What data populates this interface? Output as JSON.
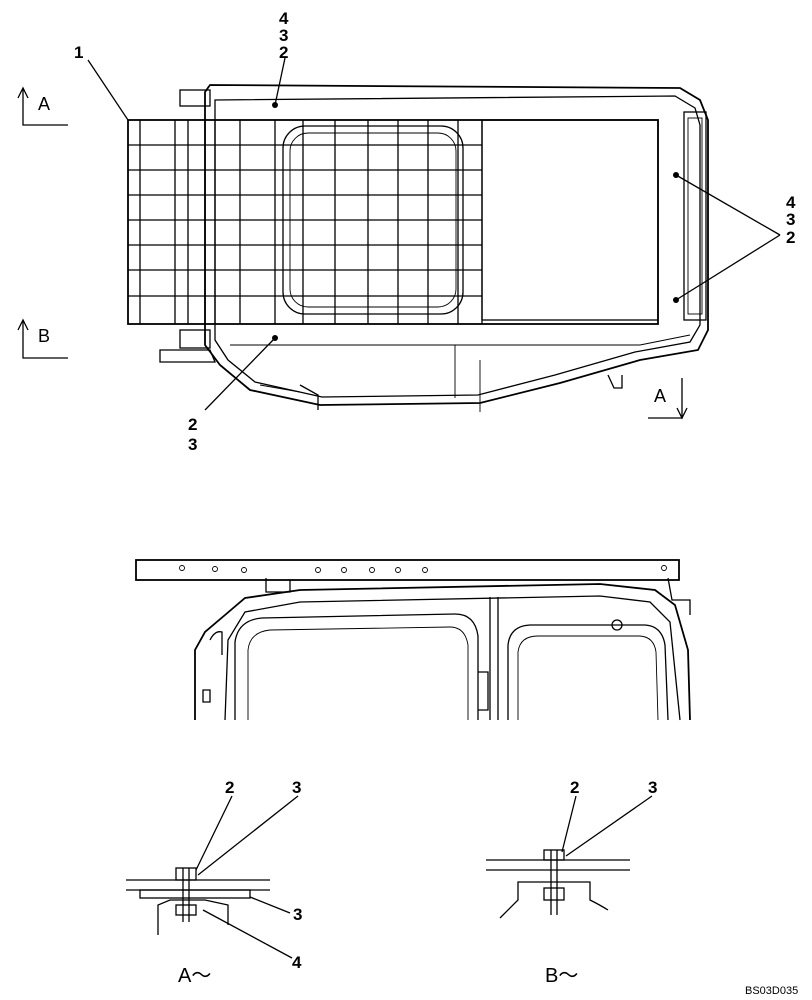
{
  "callouts": {
    "top_stack": [
      "4",
      "3",
      "2"
    ],
    "right_stack": [
      "4",
      "3",
      "2"
    ],
    "part_1": "1",
    "lower_stack": [
      "2",
      "3"
    ]
  },
  "section_marks": {
    "a_top": "A",
    "b_left": "B",
    "a_right": "A"
  },
  "detail_a": {
    "label_2": "2",
    "label_3_top": "3",
    "label_3_mid": "3",
    "label_4": "4",
    "caption": "A～"
  },
  "detail_b": {
    "label_2": "2",
    "label_3": "3",
    "caption": "B～"
  },
  "drawing_code": "BS03D035"
}
